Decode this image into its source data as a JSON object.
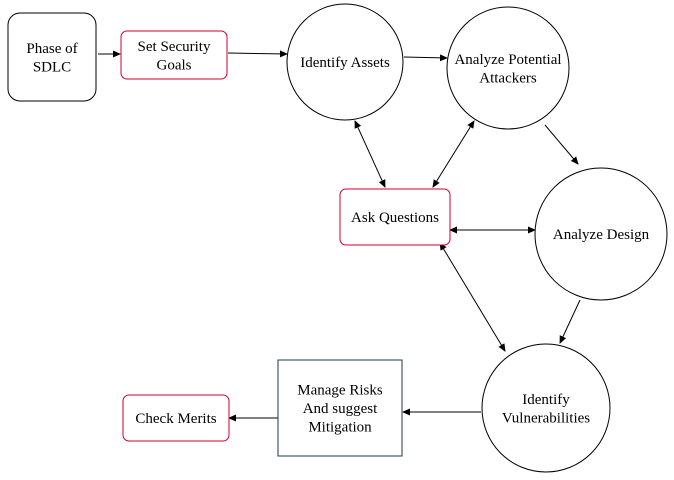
{
  "diagram": {
    "nodes": [
      {
        "id": "phase-of-sdlc",
        "lines": [
          "Phase of",
          "SDLC"
        ],
        "shape": "rounded-rect",
        "stroke": "#000000"
      },
      {
        "id": "set-security-goals",
        "lines": [
          "Set Security",
          "Goals"
        ],
        "shape": "rounded-rect",
        "stroke": "#cc0033"
      },
      {
        "id": "identify-assets",
        "lines": [
          "Identify Assets"
        ],
        "shape": "circle",
        "stroke": "#000000"
      },
      {
        "id": "analyze-potential-attackers",
        "lines": [
          "Analyze Potential",
          "Attackers"
        ],
        "shape": "circle",
        "stroke": "#000000"
      },
      {
        "id": "ask-questions",
        "lines": [
          "Ask Questions"
        ],
        "shape": "rounded-rect",
        "stroke": "#cc0033"
      },
      {
        "id": "analyze-design",
        "lines": [
          "Analyze Design"
        ],
        "shape": "circle",
        "stroke": "#000000"
      },
      {
        "id": "identify-vulnerabilities",
        "lines": [
          "Identify",
          "Vulnerabilities"
        ],
        "shape": "circle",
        "stroke": "#000000"
      },
      {
        "id": "manage-risks",
        "lines": [
          "Manage Risks",
          "And suggest",
          "Mitigation"
        ],
        "shape": "rect",
        "stroke": "#1f3a4d"
      },
      {
        "id": "check-merits",
        "lines": [
          "Check Merits"
        ],
        "shape": "rounded-rect",
        "stroke": "#cc0033"
      }
    ],
    "edges": [
      {
        "from": "phase-of-sdlc",
        "to": "set-security-goals",
        "bidirectional": false
      },
      {
        "from": "set-security-goals",
        "to": "identify-assets",
        "bidirectional": false
      },
      {
        "from": "identify-assets",
        "to": "analyze-potential-attackers",
        "bidirectional": false
      },
      {
        "from": "analyze-potential-attackers",
        "to": "analyze-design",
        "bidirectional": false
      },
      {
        "from": "identify-assets",
        "to": "ask-questions",
        "bidirectional": true
      },
      {
        "from": "analyze-potential-attackers",
        "to": "ask-questions",
        "bidirectional": true
      },
      {
        "from": "ask-questions",
        "to": "analyze-design",
        "bidirectional": true
      },
      {
        "from": "ask-questions",
        "to": "identify-vulnerabilities",
        "bidirectional": true
      },
      {
        "from": "analyze-design",
        "to": "identify-vulnerabilities",
        "bidirectional": false
      },
      {
        "from": "identify-vulnerabilities",
        "to": "manage-risks",
        "bidirectional": false
      },
      {
        "from": "manage-risks",
        "to": "check-merits",
        "bidirectional": false
      }
    ]
  }
}
